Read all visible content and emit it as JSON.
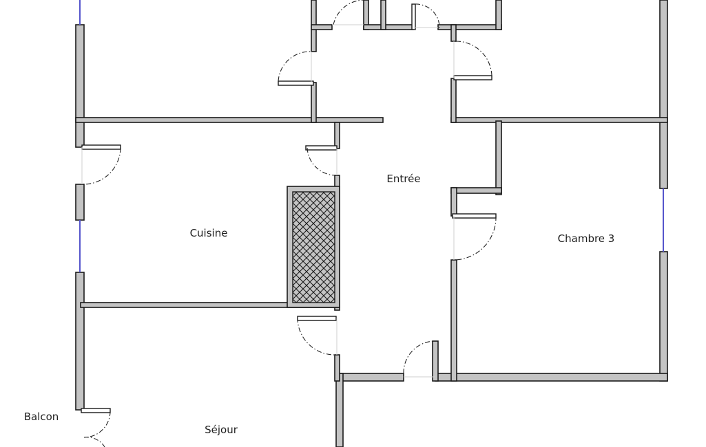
{
  "rooms": {
    "entree": "Entrée",
    "cuisine": "Cuisine",
    "chambre3": "Chambre 3",
    "sejour": "Séjour",
    "balcon": "Balcon"
  },
  "colors": {
    "wall_fill": "#c4c4c4",
    "wall_stroke": "#1a1a1a",
    "window": "#5555cc",
    "hatch": "#1a1a1a"
  }
}
